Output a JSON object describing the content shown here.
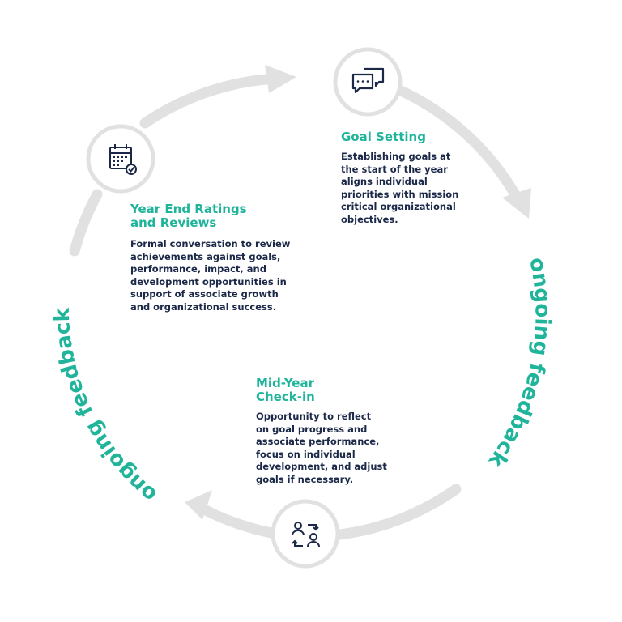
{
  "colors": {
    "teal": "#20b49b",
    "navy": "#1b2848",
    "ring": "#e1e1e1",
    "node_border": "#e1e1e1"
  },
  "stages": {
    "goal_setting": {
      "title": "Goal Setting",
      "description": "Establishing goals at\nthe start of the year\naligns individual\npriorities with mission\ncritical organizational\nobjectives.",
      "icon": "chat-bubbles-icon"
    },
    "year_end": {
      "title": "Year End Ratings\nand Reviews",
      "description": "Formal conversation to review\nachievements against goals,\nperformance, impact, and\ndevelopment opportunities in\nsupport of associate growth\nand organizational success.",
      "icon": "calendar-check-icon"
    },
    "mid_year": {
      "title": "Mid-Year\nCheck-in",
      "description": "Opportunity to reflect\non goal progress and\nassociate performance,\nfocus on individual\ndevelopment, and adjust\ngoals if necessary.",
      "icon": "people-exchange-icon"
    }
  },
  "cycle_labels": {
    "right": "ongoing feedback",
    "left": "ongoing feedback"
  }
}
